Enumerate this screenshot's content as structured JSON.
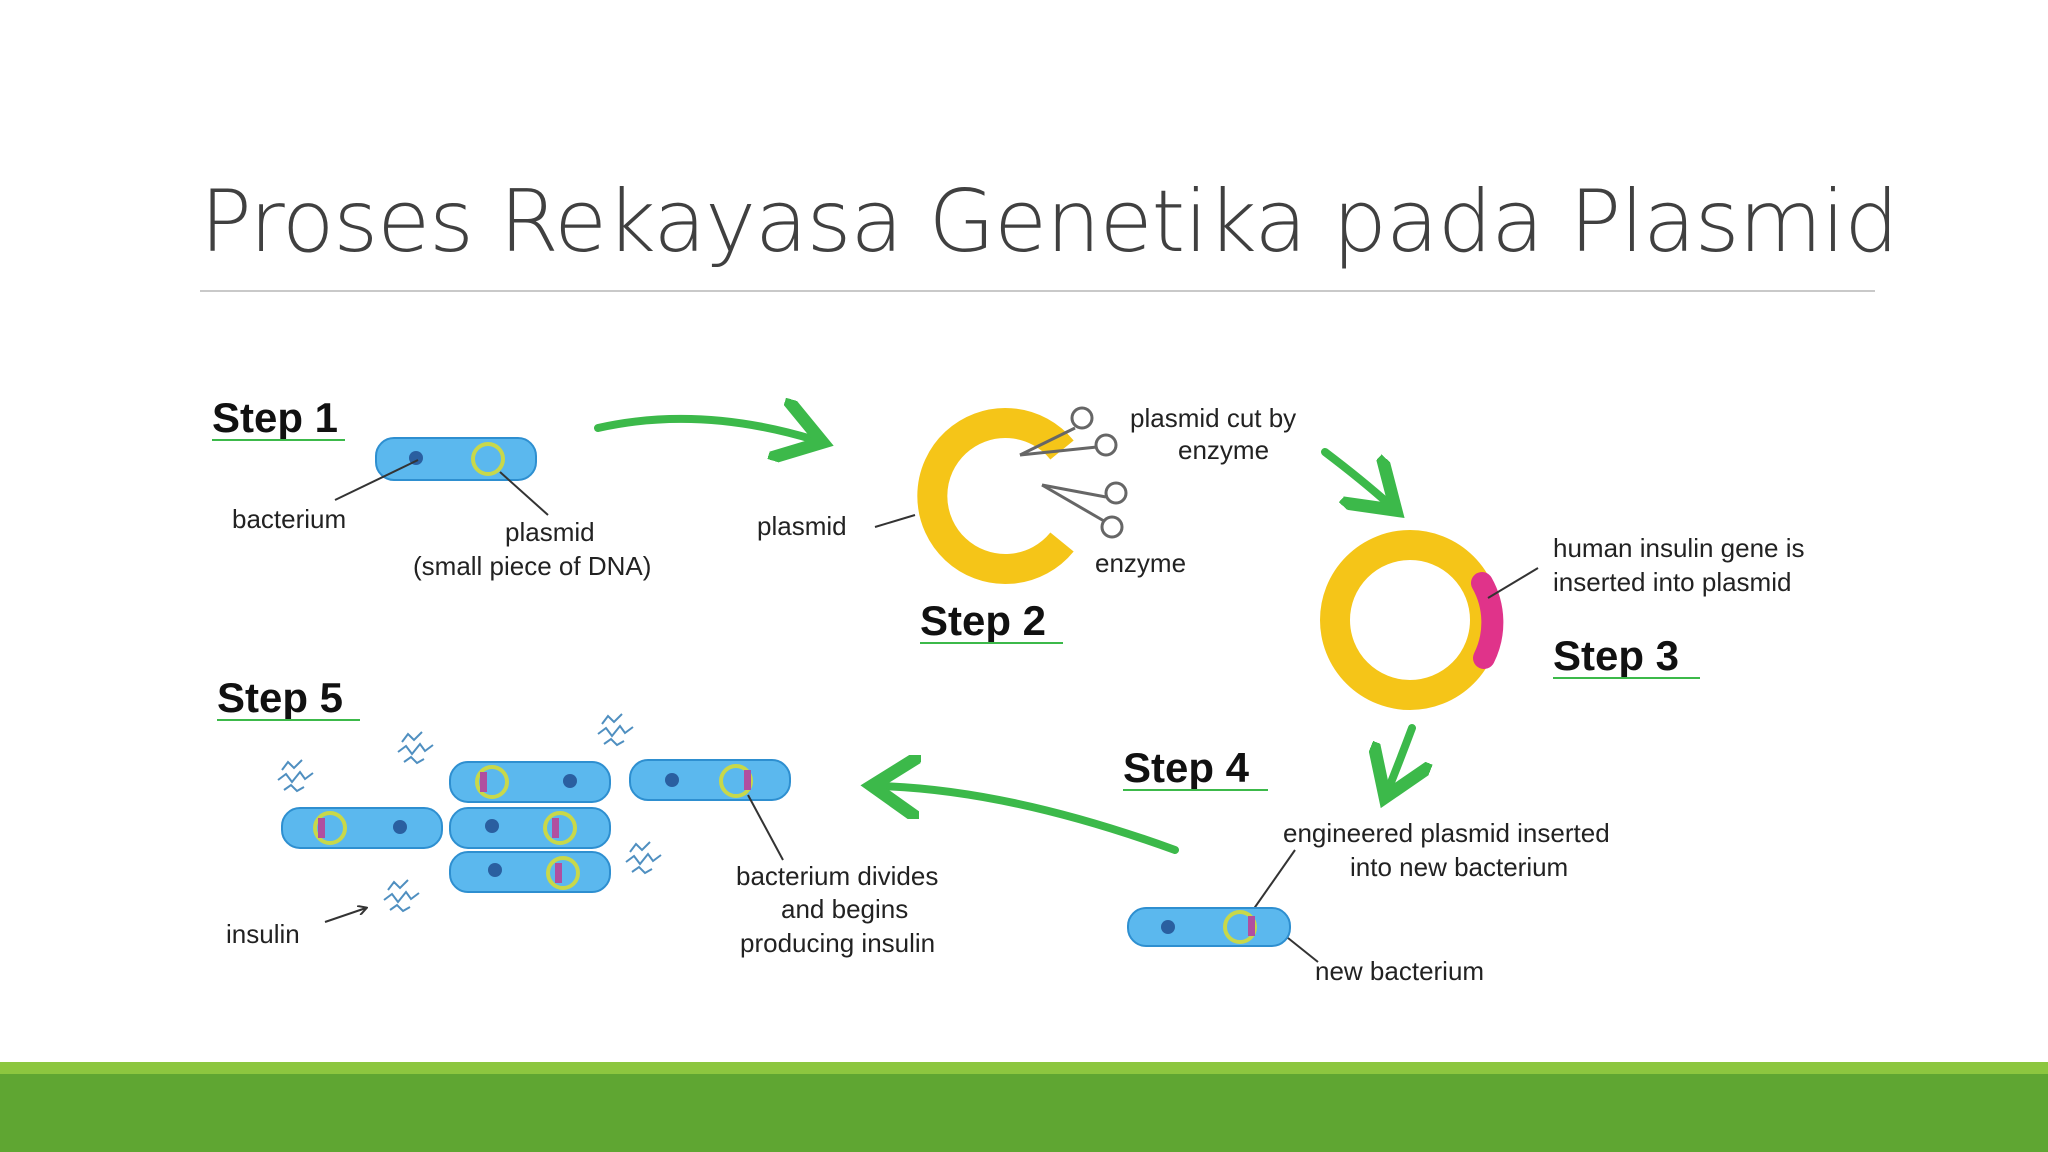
{
  "slide": {
    "title": "Proses Rekayasa Genetika pada Plasmid"
  },
  "diagram": {
    "steps": {
      "step1": "Step 1",
      "step2": "Step 2",
      "step3": "Step 3",
      "step4": "Step 4",
      "step5": "Step 5"
    },
    "labels": {
      "bacterium": "bacterium",
      "plasmid_line1": "plasmid",
      "plasmid_line2": "(small piece of DNA)",
      "plasmid2": "plasmid",
      "cut_line1": "plasmid cut by",
      "cut_line2": "enzyme",
      "enzyme": "enzyme",
      "gene_line1": "human insulin gene is",
      "gene_line2": "inserted into plasmid",
      "engineered_line1": "engineered plasmid inserted",
      "engineered_line2": "into new bacterium",
      "new_bacterium": "new bacterium",
      "divides_line1": "bacterium divides",
      "divides_line2": "and begins",
      "divides_line3": "producing insulin",
      "insulin": "insulin"
    },
    "colors": {
      "bacterium": "#5bb8ee",
      "plasmid_ring": "#f5c518",
      "insulin_gene": "#e0338a",
      "arrow": "#3cb94a",
      "step_underline": "#3cb94a"
    }
  }
}
